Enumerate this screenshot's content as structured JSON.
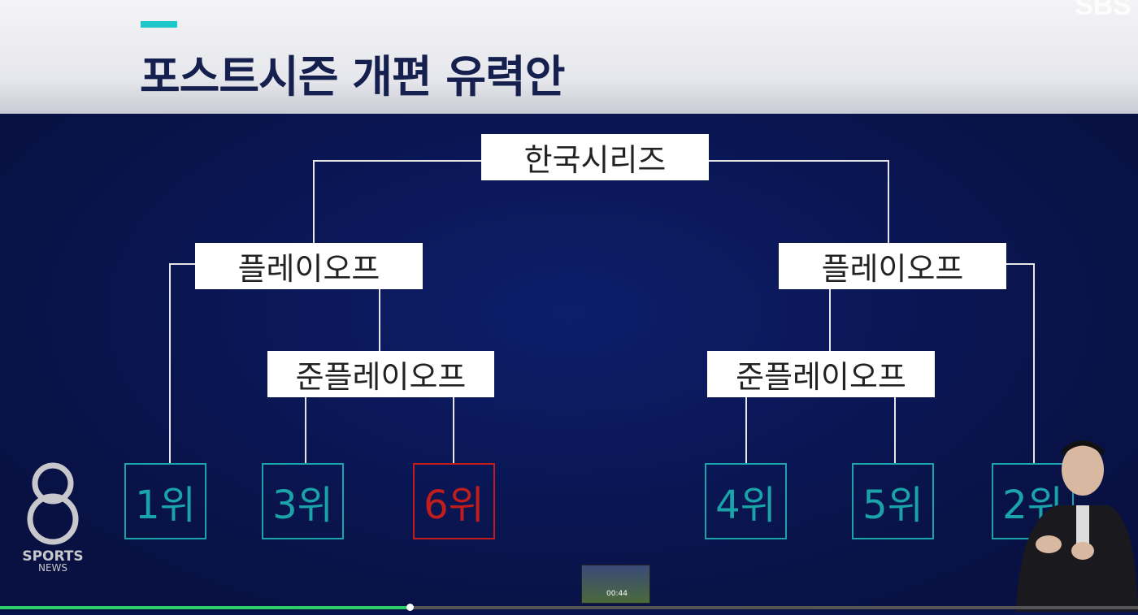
{
  "header": {
    "title": "포스트시즌 개편 유력안",
    "channel_logo": "SBS"
  },
  "bracket": {
    "final": "한국시리즈",
    "playoff_left": "플레이오프",
    "playoff_right": "플레이오프",
    "semi_left": "준플레이오프",
    "semi_right": "준플레이오프",
    "ranks": [
      "1위",
      "3위",
      "6위",
      "4위",
      "5위",
      "2위"
    ]
  },
  "logo": {
    "line1": "SPORTS",
    "line2": "NEWS"
  },
  "player": {
    "progress_percent": 36,
    "preview_time": "00:44"
  },
  "colors": {
    "teal": "#1aa3a8",
    "highlight": "#c21d1d",
    "navy": "#0a1450"
  }
}
